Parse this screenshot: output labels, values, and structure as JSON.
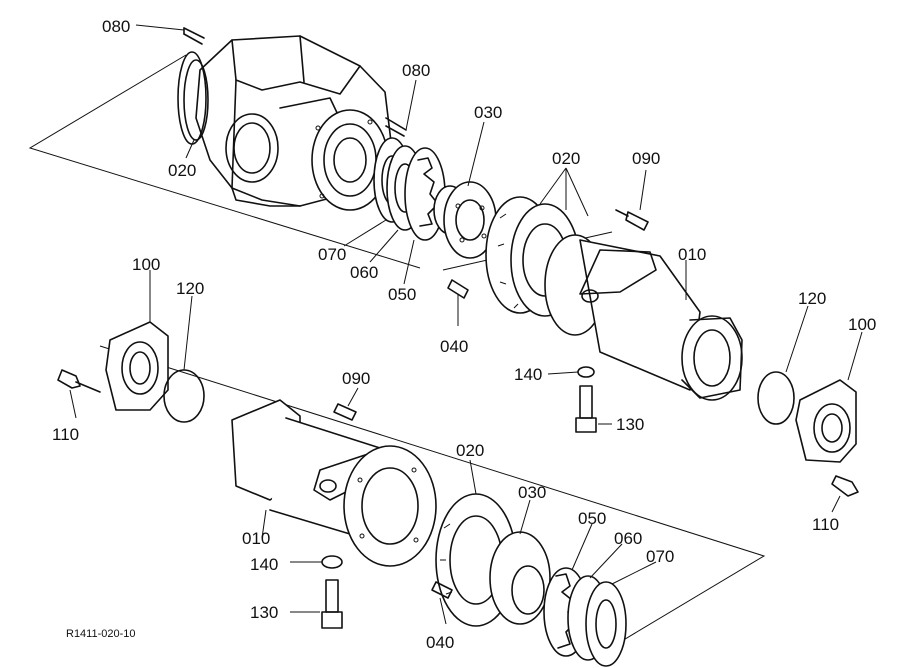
{
  "reference": "R1411-020-10",
  "labels": {
    "l080a": "080",
    "l080b": "080",
    "l020a": "020",
    "l030a": "030",
    "l020b": "020",
    "l090a": "090",
    "l070a": "070",
    "l060a": "060",
    "l050a": "050",
    "l010a": "010",
    "l040a": "040",
    "l120a": "120",
    "l100a": "100",
    "l140a": "140",
    "l130a": "130",
    "l110a": "110",
    "l100b": "100",
    "l120b": "120",
    "l110b": "110",
    "l090b": "090",
    "l010b": "010",
    "l020c": "020",
    "l030b": "030",
    "l050b": "050",
    "l060b": "060",
    "l070b": "070",
    "l140b": "140",
    "l130b": "130",
    "l040b": "040"
  }
}
